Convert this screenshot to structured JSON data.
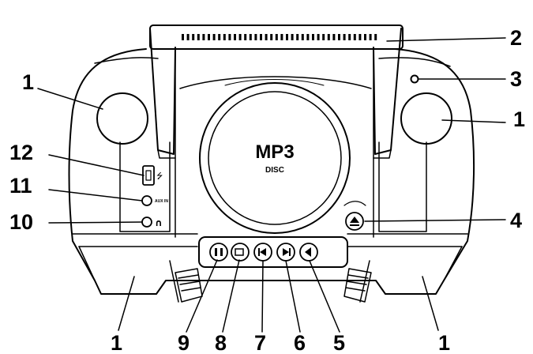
{
  "diagram": {
    "callouts": {
      "speaker_left": "1",
      "speaker_right": "1",
      "foot_left": "1",
      "foot_right": "1",
      "handle": "2",
      "power_led": "3",
      "eject": "4",
      "btn_5": "5",
      "btn_6": "6",
      "btn_7": "7",
      "btn_8": "8",
      "btn_9": "9",
      "headphone": "10",
      "aux_in": "11",
      "usb": "12"
    },
    "disc_lid": {
      "logo": "MP3",
      "sublogo": "DISC"
    },
    "port_labels": {
      "aux": "AUX IN",
      "usb_symbol": "⭍",
      "headphone_symbol": "∩"
    },
    "eject_symbol": "⏏"
  }
}
